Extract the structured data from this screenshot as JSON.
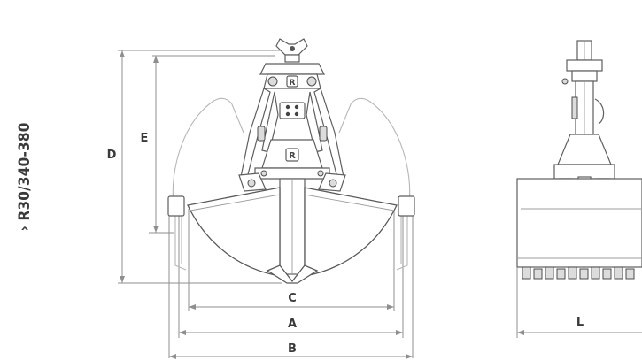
{
  "model_label": "› R30/340-380",
  "dimensions": {
    "a": "A",
    "b": "B",
    "c": "C",
    "d": "D",
    "e": "E",
    "l": "L"
  }
}
